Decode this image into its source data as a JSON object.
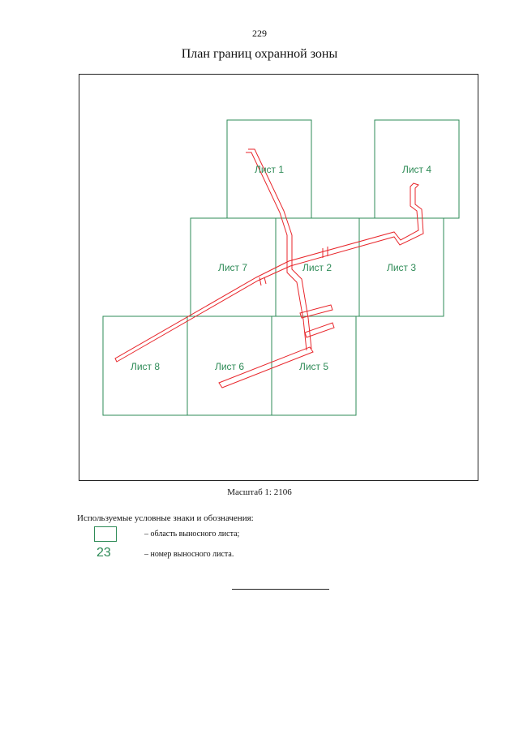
{
  "page_number": "229",
  "title": "План границ охранной зоны",
  "sheets": [
    {
      "label": "Лист 1"
    },
    {
      "label": "Лист 4"
    },
    {
      "label": "Лист 7"
    },
    {
      "label": "Лист 2"
    },
    {
      "label": "Лист 3"
    },
    {
      "label": "Лист 8"
    },
    {
      "label": "Лист 6"
    },
    {
      "label": "Лист 5"
    }
  ],
  "scale": "Масштаб 1: 2106",
  "legend": {
    "title": "Используемые условные знаки и обозначения:",
    "sheet_area_text": "– область выносного листа;",
    "sheet_number_sample": "23",
    "sheet_number_text": "– номер выносного листа."
  },
  "colors": {
    "sheet_outline": "#2e8b57",
    "zone_boundary": "#e8262b"
  }
}
